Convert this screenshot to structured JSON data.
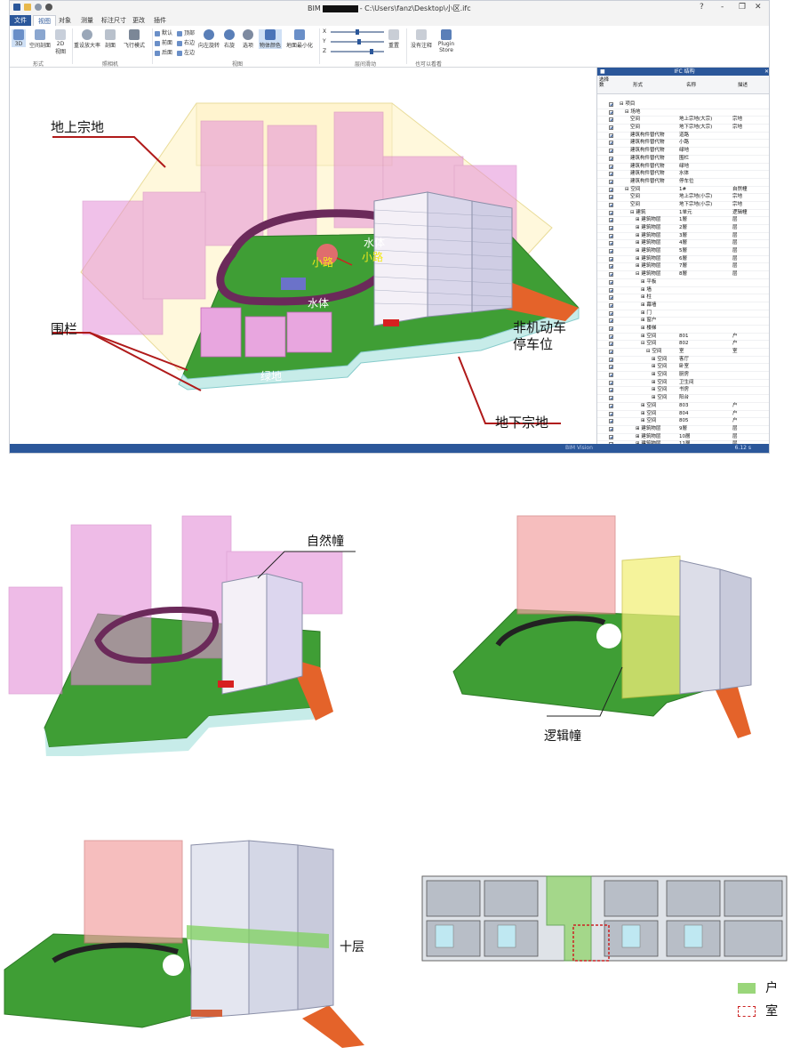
{
  "app": {
    "title_prefix": "BIM",
    "title_suffix": "- C:\\Users\\fanz\\Desktop\\小区.ifc",
    "window_controls": [
      "?",
      "-",
      "❐",
      "✕"
    ],
    "tabs": [
      "文件",
      "视图",
      "对象",
      "测量",
      "标注尺寸",
      "更改",
      "插件"
    ],
    "active_tab": "视图",
    "ribbon": {
      "mode_group": {
        "items": [
          "3D",
          "空间剖面",
          "2D\n视图"
        ],
        "label": "形式"
      },
      "camera_group": {
        "items": [
          "重设放大率",
          "剖面",
          "飞行模式"
        ],
        "label": "照相机"
      },
      "view_group": {
        "small_items": [
          "默认",
          "前面",
          "后面",
          "顶部",
          "右边",
          "左边"
        ],
        "items": [
          "向左旋转",
          "右旋",
          "选项",
          "物体颜色",
          "地面最小化"
        ],
        "label": "视图"
      },
      "slice_group": {
        "axes": [
          "X",
          "Y",
          "Z"
        ],
        "reset": "重置",
        "label": "层间滑动"
      },
      "plugin_group": {
        "items": [
          "没有注释",
          "Plugin\nStore"
        ],
        "label": "也可以看看"
      }
    },
    "viewport_labels": {
      "above_ground": "地上宗地",
      "fence": "围栏",
      "non_motor": "非机动车\n停车位",
      "underground": "地下宗地",
      "water1": "水体",
      "water2": "水体",
      "path1": "小路",
      "path2": "小路",
      "green": "绿地"
    },
    "ifc_panel": {
      "title": "IFC 结构",
      "columns": {
        "vis": "选择数",
        "form": "形式",
        "name": "名称",
        "desc": "描述"
      },
      "rows": [
        {
          "indent": 0,
          "form": "⊟ 项目",
          "name": "",
          "desc": ""
        },
        {
          "indent": 1,
          "form": "⊟ 场地",
          "name": "",
          "desc": ""
        },
        {
          "indent": 2,
          "form": "空间",
          "name": "地上宗地(大宗)",
          "desc": "宗地"
        },
        {
          "indent": 2,
          "form": "空间",
          "name": "地下宗地(大宗)",
          "desc": "宗地"
        },
        {
          "indent": 2,
          "form": "建筑构件替代物",
          "name": "道路",
          "desc": ""
        },
        {
          "indent": 2,
          "form": "建筑构件替代物",
          "name": "小路",
          "desc": ""
        },
        {
          "indent": 2,
          "form": "建筑构件替代物",
          "name": "绿地",
          "desc": ""
        },
        {
          "indent": 2,
          "form": "建筑构件替代物",
          "name": "围栏",
          "desc": ""
        },
        {
          "indent": 2,
          "form": "建筑构件替代物",
          "name": "绿地",
          "desc": ""
        },
        {
          "indent": 2,
          "form": "建筑构件替代物",
          "name": "水体",
          "desc": ""
        },
        {
          "indent": 2,
          "form": "建筑构件替代物",
          "name": "停车位",
          "desc": ""
        },
        {
          "indent": 1,
          "form": "⊟ 空间",
          "name": "1#",
          "desc": "自然幢"
        },
        {
          "indent": 2,
          "form": "空间",
          "name": "地上宗地(小宗)",
          "desc": "宗地"
        },
        {
          "indent": 2,
          "form": "空间",
          "name": "地下宗地(小宗)",
          "desc": "宗地"
        },
        {
          "indent": 2,
          "form": "⊟ 建筑",
          "name": "1单元",
          "desc": "逻辑幢"
        },
        {
          "indent": 3,
          "form": "⊞ 建筑物层",
          "name": "1層",
          "desc": "层"
        },
        {
          "indent": 3,
          "form": "⊞ 建筑物层",
          "name": "2層",
          "desc": "层"
        },
        {
          "indent": 3,
          "form": "⊞ 建筑物层",
          "name": "3層",
          "desc": "层"
        },
        {
          "indent": 3,
          "form": "⊞ 建筑物层",
          "name": "4層",
          "desc": "层"
        },
        {
          "indent": 3,
          "form": "⊞ 建筑物层",
          "name": "5層",
          "desc": "层"
        },
        {
          "indent": 3,
          "form": "⊞ 建筑物层",
          "name": "6層",
          "desc": "层"
        },
        {
          "indent": 3,
          "form": "⊞ 建筑物层",
          "name": "7層",
          "desc": "层"
        },
        {
          "indent": 3,
          "form": "⊟ 建筑物层",
          "name": "8層",
          "desc": "层"
        },
        {
          "indent": 4,
          "form": "⊞ 平板",
          "name": "",
          "desc": ""
        },
        {
          "indent": 4,
          "form": "⊞ 墙",
          "name": "",
          "desc": ""
        },
        {
          "indent": 4,
          "form": "⊞ 柱",
          "name": "",
          "desc": ""
        },
        {
          "indent": 4,
          "form": "⊞ 幕墙",
          "name": "",
          "desc": ""
        },
        {
          "indent": 4,
          "form": "⊞ 门",
          "name": "",
          "desc": ""
        },
        {
          "indent": 4,
          "form": "⊞ 窗户",
          "name": "",
          "desc": ""
        },
        {
          "indent": 4,
          "form": "⊞ 楼梯",
          "name": "",
          "desc": ""
        },
        {
          "indent": 4,
          "form": "⊞ 空间",
          "name": "801",
          "desc": "户"
        },
        {
          "indent": 4,
          "form": "⊟ 空间",
          "name": "802",
          "desc": "户"
        },
        {
          "indent": 5,
          "form": "⊟ 空间",
          "name": "室",
          "desc": "室"
        },
        {
          "indent": 6,
          "form": "⊞ 空间",
          "name": "客厅",
          "desc": ""
        },
        {
          "indent": 6,
          "form": "⊞ 空间",
          "name": "卧室",
          "desc": ""
        },
        {
          "indent": 6,
          "form": "⊞ 空间",
          "name": "厨房",
          "desc": ""
        },
        {
          "indent": 6,
          "form": "⊞ 空间",
          "name": "卫生间",
          "desc": ""
        },
        {
          "indent": 6,
          "form": "⊞ 空间",
          "name": "书房",
          "desc": ""
        },
        {
          "indent": 6,
          "form": "⊞ 空间",
          "name": "阳台",
          "desc": ""
        },
        {
          "indent": 4,
          "form": "⊞ 空间",
          "name": "803",
          "desc": "户"
        },
        {
          "indent": 4,
          "form": "⊞ 空间",
          "name": "804",
          "desc": "户"
        },
        {
          "indent": 4,
          "form": "⊞ 空间",
          "name": "805",
          "desc": "户"
        },
        {
          "indent": 3,
          "form": "⊞ 建筑物层",
          "name": "9層",
          "desc": "层"
        },
        {
          "indent": 3,
          "form": "⊞ 建筑物层",
          "name": "10層",
          "desc": "层"
        },
        {
          "indent": 3,
          "form": "⊞ 建筑物层",
          "name": "11層",
          "desc": "层"
        }
      ]
    },
    "status": {
      "brand": "BIM Vision",
      "zoom": "6.12 s"
    }
  },
  "panels": {
    "natural_building": "自然幢",
    "logical_building": "逻辑幢",
    "tenth_floor": "十层",
    "legend_household": "户",
    "legend_room": "室"
  },
  "colors": {
    "ribbon_blue": "#2b579a",
    "parcel_fill": "#fff8dc",
    "building_pink": "#e48fd8",
    "ground_green": "#3f9e35",
    "road_purple": "#6b2a5a",
    "parking_orange": "#e4632a",
    "leader_red": "#b01a1a",
    "logical_yellow": "#f2ef7a",
    "plan_green": "#9ad67a",
    "natural_red": "#f3a3a3"
  }
}
